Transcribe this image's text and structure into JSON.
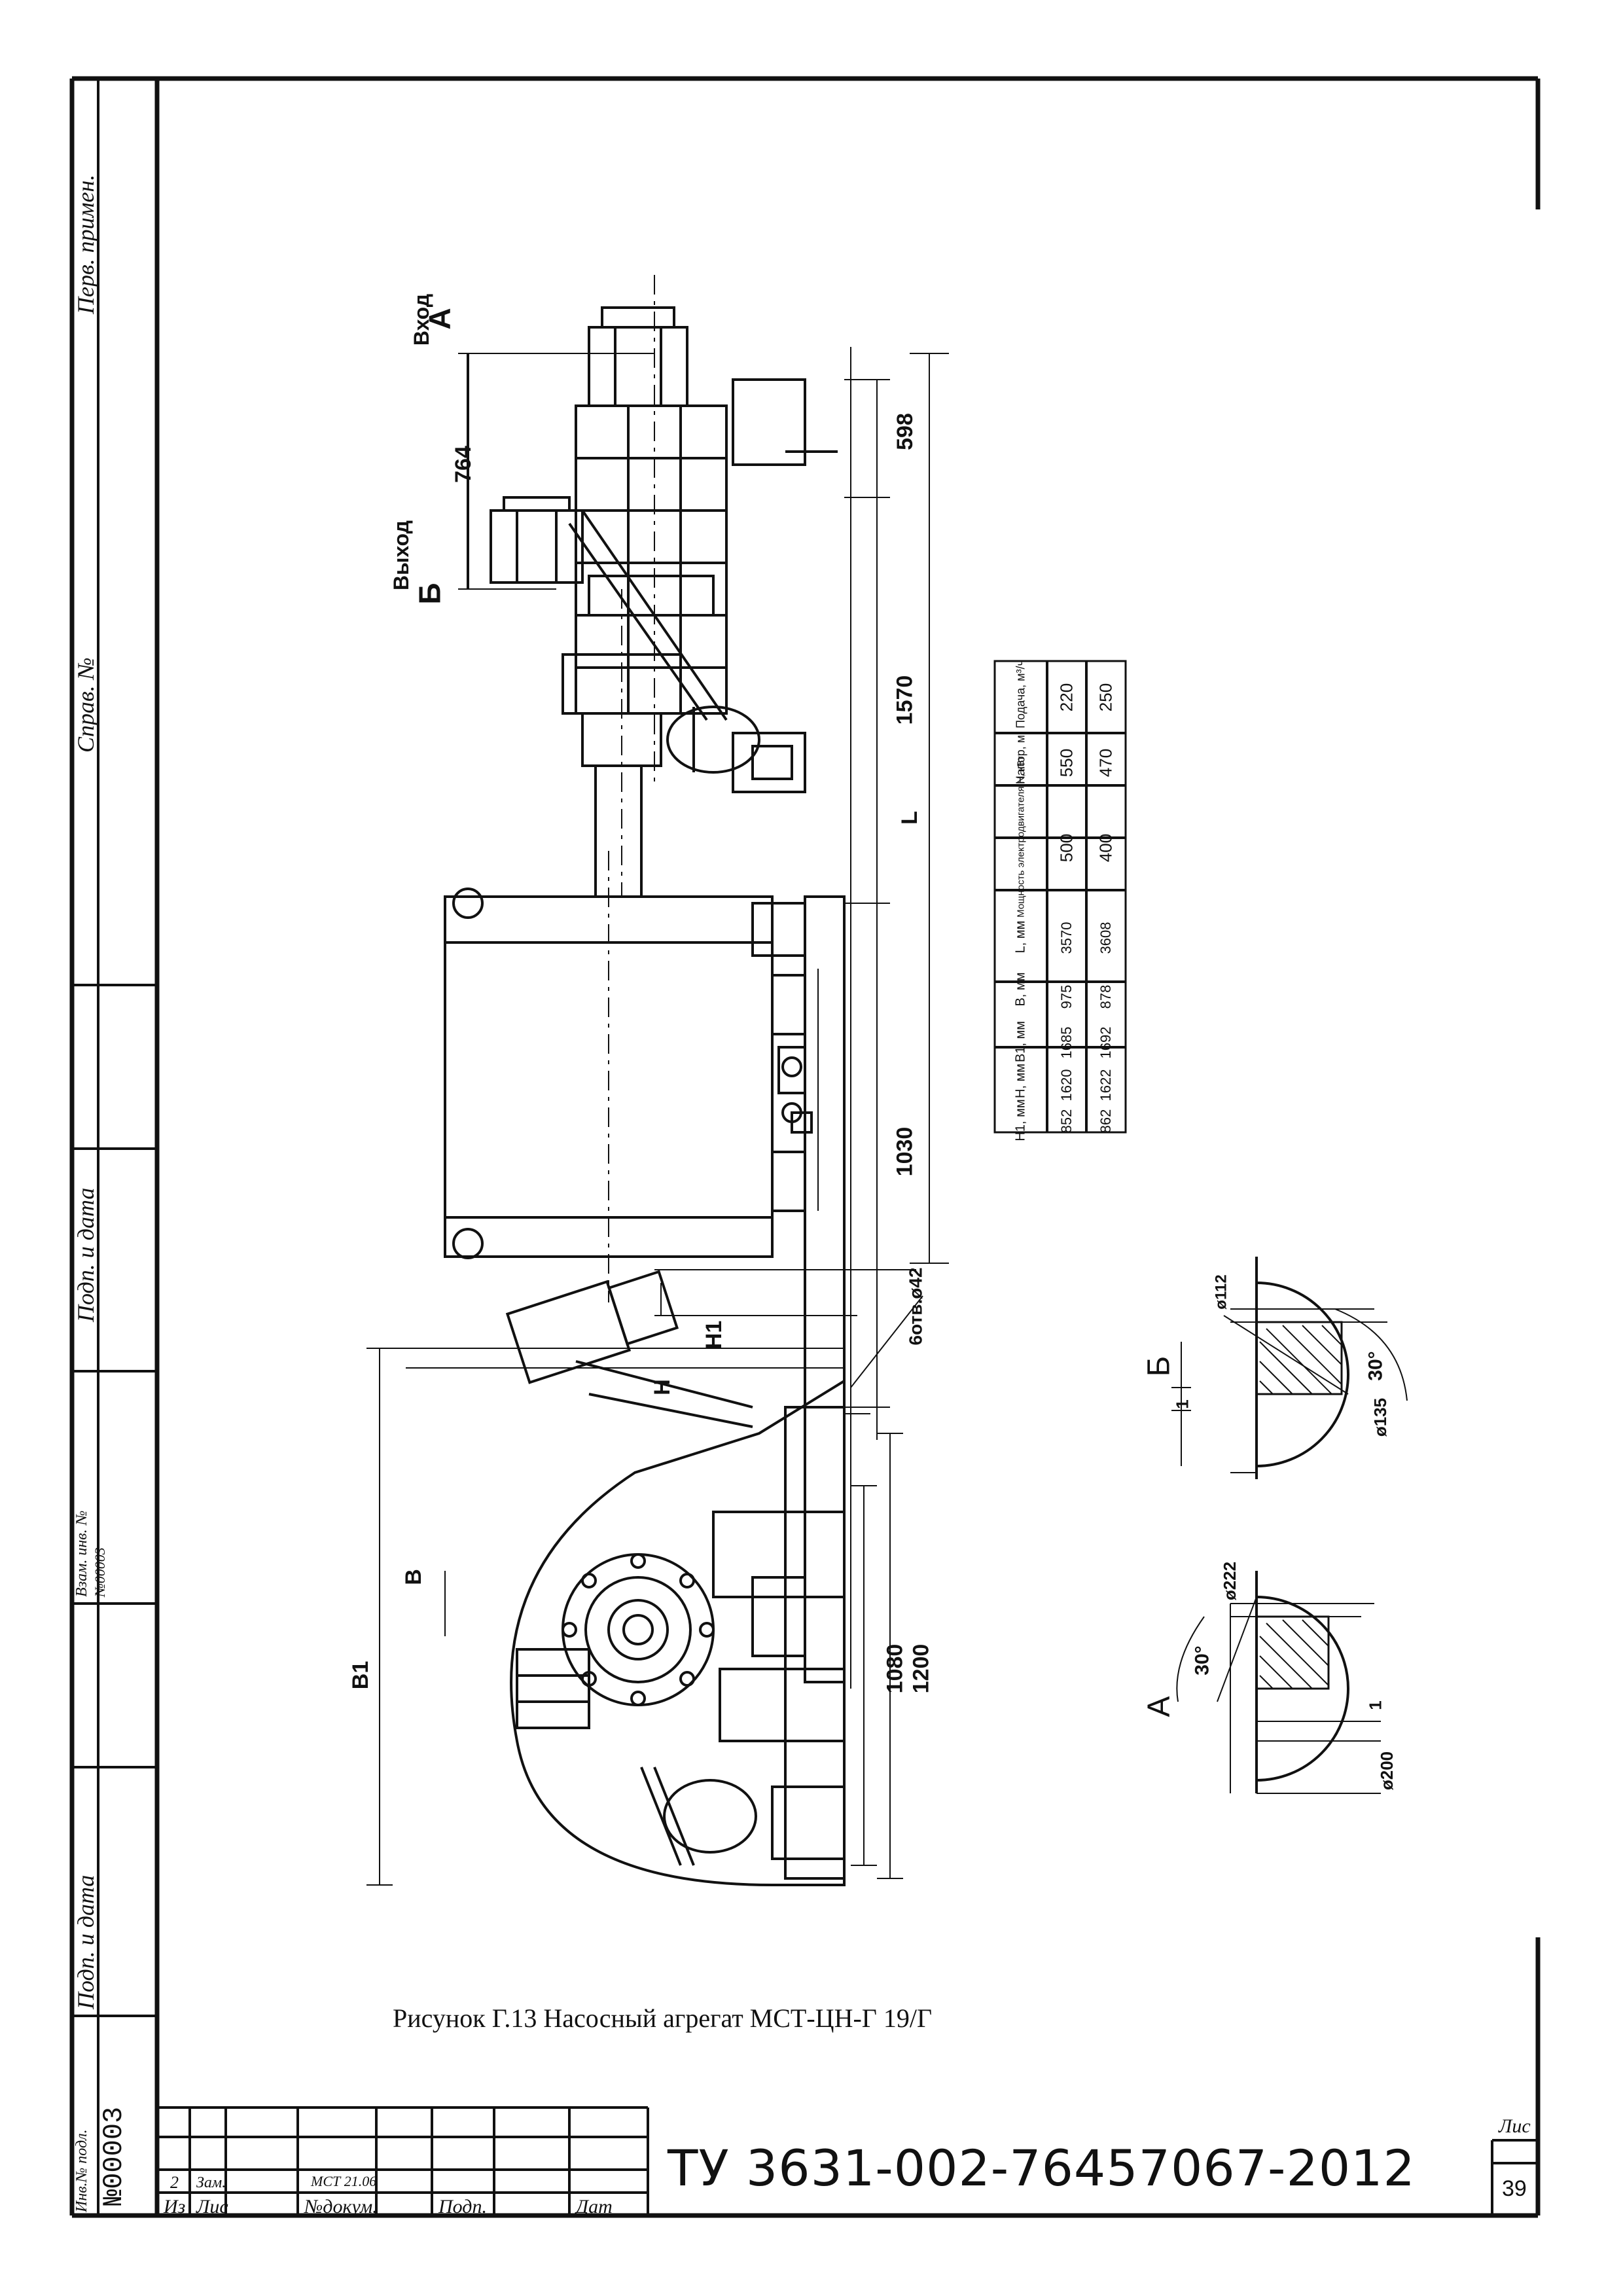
{
  "frame": {
    "side_labels": {
      "perv_primen": "Перв. примен.",
      "sprav_no": "Справ. №",
      "podp_data_top": "Подп. и дата",
      "vzam_inv": "Взам. инв. №",
      "vzam_inv_value": "№00003",
      "podp_data_bottom": "Подп. и дата",
      "inv_podl": "Инв.№ подл.",
      "inv_podl_value": "№00003"
    }
  },
  "drawing": {
    "caption": "Рисунок Г.13 Насосный агрегат МСТ-ЦН-Г 19/Г",
    "labels": {
      "inlet": "Вход",
      "outlet": "Выход",
      "view_a": "А",
      "view_b": "Б",
      "holes": "6отв.ø42"
    },
    "dimensions": {
      "d764": "764",
      "d598": "598",
      "d1570": "1570",
      "d1030": "1030",
      "L": "L",
      "H1": "H1",
      "H": "H",
      "B": "B",
      "B1": "B1",
      "d1080": "1080",
      "d1200": "1200",
      "dia112": "ø112",
      "dia135": "ø135",
      "dia222": "ø222",
      "dia200": "ø200",
      "one_b": "1",
      "one_a": "1",
      "angle_b": "30°",
      "angle_a": "30°"
    },
    "table": {
      "headers": [
        "Подача, м³/ч",
        "Напор, м",
        "Мощность электродвигателя N, кВт",
        "L, мм",
        "B, мм",
        "B1, мм",
        "H, мм",
        "H1, мм"
      ],
      "rows": [
        [
          "220",
          "550",
          "500",
          "3570",
          "975",
          "1685",
          "1620",
          "852"
        ],
        [
          "250",
          "470",
          "400",
          "3608",
          "878",
          "1692",
          "1622",
          "862"
        ]
      ]
    }
  },
  "title_block": {
    "doc_number": "ТУ 3631-002-76457067-2012",
    "sheet_label": "Лис",
    "sheet_number": "39",
    "revision": {
      "num": "2",
      "change": "Зам.",
      "doc": "МСТ 21.06"
    },
    "columns": {
      "izm": "Из",
      "list": "Лис",
      "doc": "№докум.",
      "sign": "Подп.",
      "date": "Дат"
    }
  }
}
